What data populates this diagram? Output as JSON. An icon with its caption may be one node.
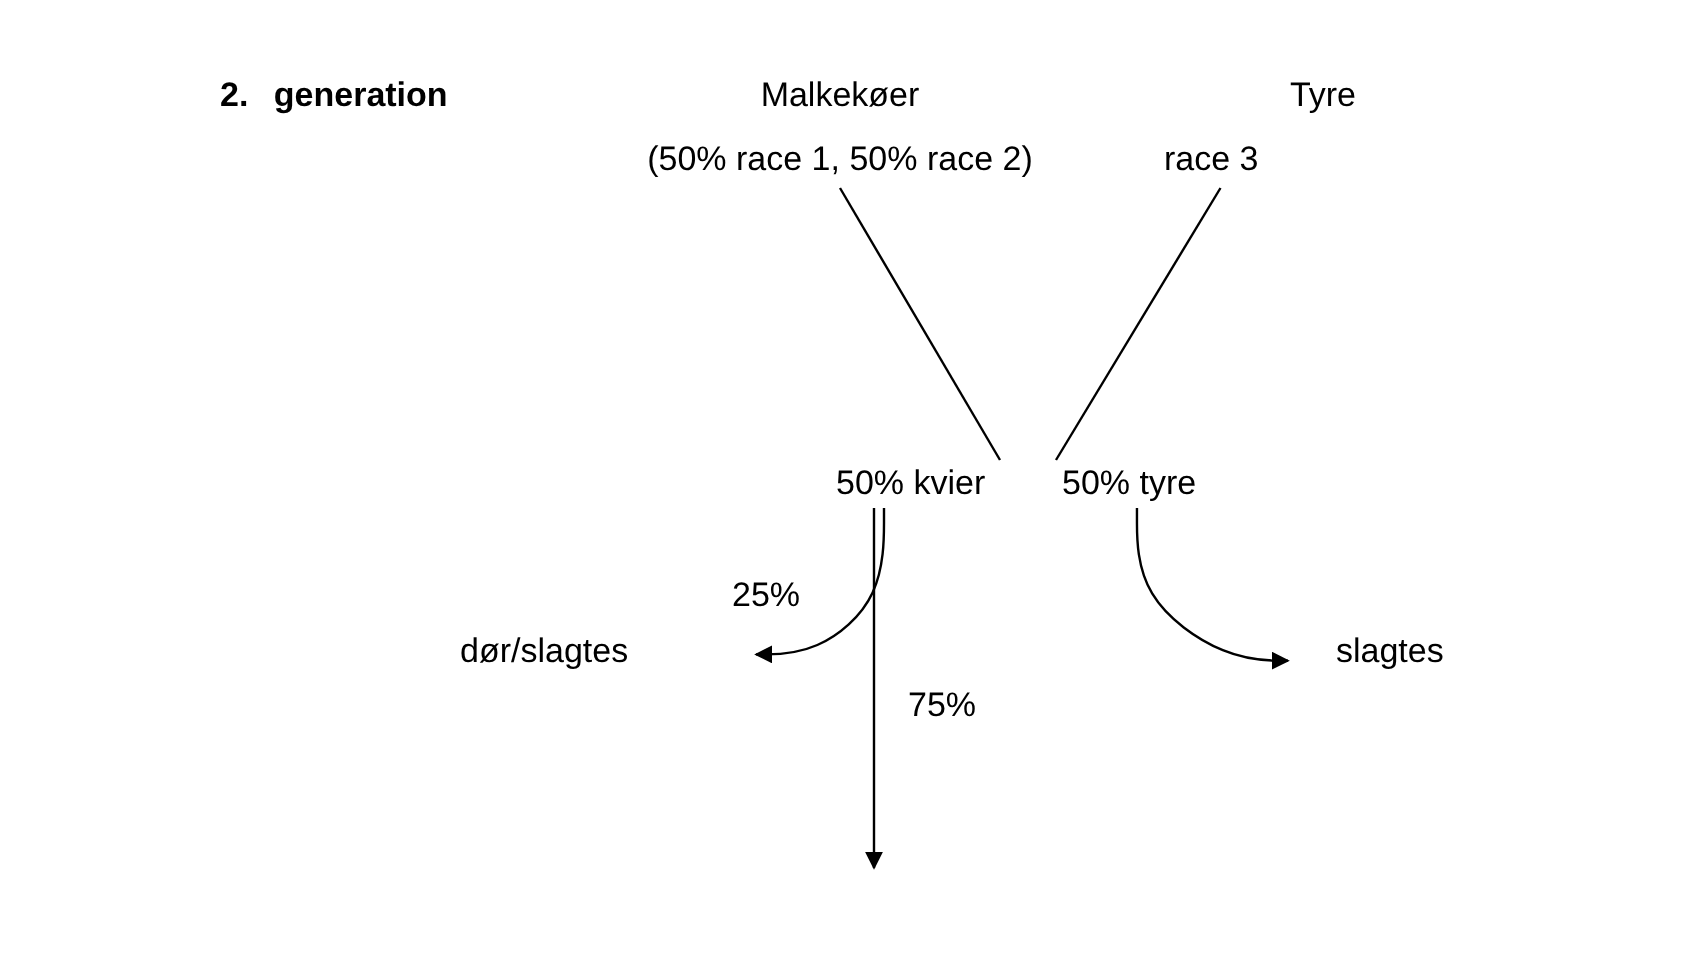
{
  "diagram": {
    "nodes": [
      {
        "text": [
          "Malkekøer",
          "(50% race 1, 50% race 2)"
        ]
      },
      {
        "text": [
          "Tyre",
          "race 3"
        ]
      },
      {
        "text": [
          "50% kvier"
        ]
      },
      {
        "text": [
          "50% tyre"
        ]
      },
      {
        "text": [
          "dør/slagtes"
        ]
      },
      {
        "text": [
          "slagtes"
        ]
      }
    ],
    "edges": [
      {
        "from": 0,
        "to": 2,
        "arrow": "none"
      },
      {
        "from": 1,
        "to": 3,
        "arrow": "none"
      },
      {
        "from": 2,
        "to": 4,
        "arrow": "to",
        "label": "25%"
      },
      {
        "from": 2,
        "to": null,
        "arrow": "to",
        "label": "75%"
      },
      {
        "from": 3,
        "to": 5,
        "arrow": "to"
      }
    ],
    "labels": [
      "2. generation"
    ]
  }
}
